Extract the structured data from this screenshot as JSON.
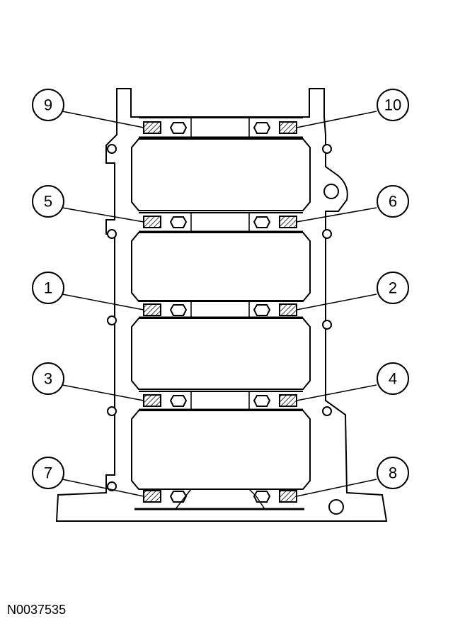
{
  "figure_id": "N0037535",
  "callouts": [
    {
      "id": "c9",
      "number": "9"
    },
    {
      "id": "c10",
      "number": "10"
    },
    {
      "id": "c5",
      "number": "5"
    },
    {
      "id": "c6",
      "number": "6"
    },
    {
      "id": "c1",
      "number": "1"
    },
    {
      "id": "c2",
      "number": "2"
    },
    {
      "id": "c3",
      "number": "3"
    },
    {
      "id": "c4",
      "number": "4"
    },
    {
      "id": "c7",
      "number": "7"
    },
    {
      "id": "c8",
      "number": "8"
    }
  ]
}
